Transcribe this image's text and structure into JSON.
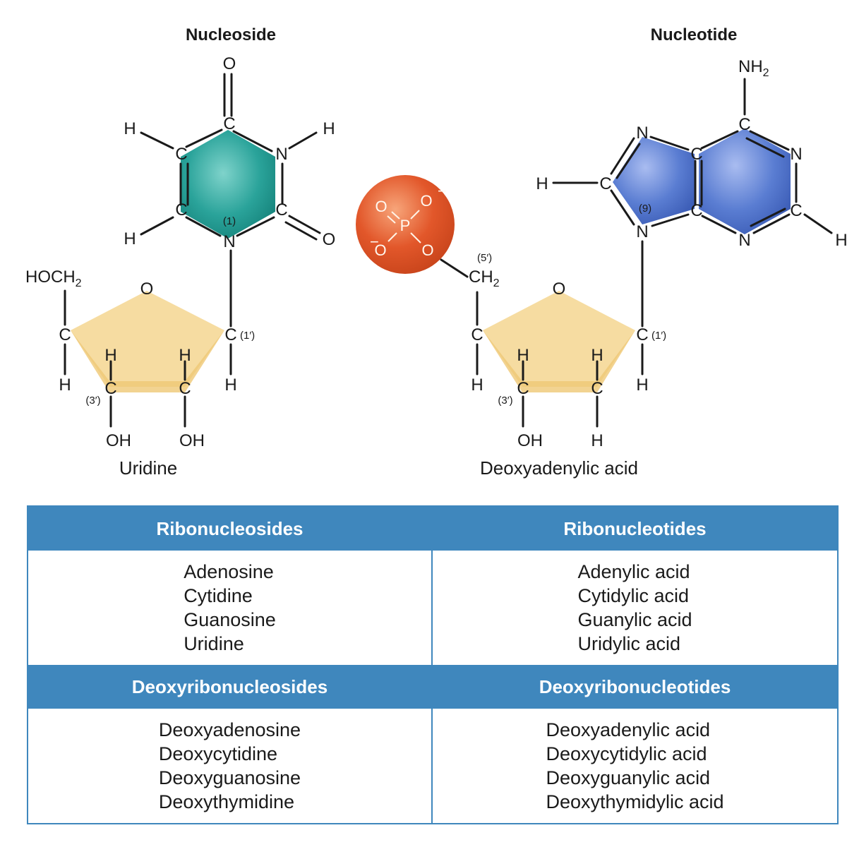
{
  "nucleoside": {
    "title": "Nucleoside",
    "caption": "Uridine",
    "base_atoms": {
      "O_top": "O",
      "C_top": "C",
      "N3": "N",
      "H_N3": "H",
      "C2": "C",
      "O2": "O",
      "N1": "N",
      "pos1": "(1)",
      "C6": "C",
      "H6": "H",
      "C5": "C",
      "H5": "H"
    },
    "sugar_atoms": {
      "HOCH2": "HOCH",
      "sub2": "2",
      "O_ring": "O",
      "C4": "C",
      "H4": "H",
      "C3": "C",
      "H3": "H",
      "pos3": "(3′)",
      "OH3": "OH",
      "C2": "C",
      "H2": "H",
      "OH2": "OH",
      "C1": "C",
      "pos1p": "(1′)",
      "H1": "H"
    }
  },
  "nucleotide": {
    "title": "Nucleotide",
    "caption": "Deoxyadenylic acid",
    "phosphate": {
      "P": "P",
      "O_ul": "O",
      "O_ur": "O",
      "O_ll": "O",
      "O_lr": "O",
      "minus": "−"
    },
    "base_atoms": {
      "NH2": "NH",
      "sub2": "2",
      "C6": "C",
      "N1": "N",
      "C2": "C",
      "H2": "H",
      "N3": "N",
      "C4": "C",
      "C5": "C",
      "N7": "N",
      "C8": "C",
      "H8": "H",
      "N9": "N",
      "pos9": "(9)"
    },
    "sugar_atoms": {
      "pos5": "(5′)",
      "CH2": "CH",
      "sub2": "2",
      "O_ring": "O",
      "C4": "C",
      "H4": "H",
      "C3": "C",
      "H3": "H",
      "pos3": "(3′)",
      "OH3": "OH",
      "C2": "C",
      "H2top": "H",
      "H2bot": "H",
      "C1": "C",
      "pos1p": "(1′)",
      "H1": "H"
    }
  },
  "colors": {
    "uracil_ring": "#2aa39a",
    "adenine_ring": "#4f72c9",
    "phosphate": "#e2572a",
    "sugar": "#f6dca1",
    "table_header": "#3f87bd"
  },
  "table": {
    "headers": [
      "Ribonucleosides",
      "Ribonucleotides",
      "Deoxyribonucleosides",
      "Deoxyribonucleotides"
    ],
    "ribonucleosides": [
      "Adenosine",
      "Cytidine",
      "Guanosine",
      "Uridine"
    ],
    "ribonucleotides": [
      "Adenylic acid",
      "Cytidylic acid",
      "Guanylic acid",
      "Uridylic acid"
    ],
    "deoxyribonucleosides": [
      "Deoxyadenosine",
      "Deoxycytidine",
      "Deoxyguanosine",
      "Deoxythymidine"
    ],
    "deoxyribonucleotides": [
      "Deoxyadenylic acid",
      "Deoxycytidylic acid",
      "Deoxyguanylic acid",
      "Deoxythymidylic acid"
    ]
  }
}
